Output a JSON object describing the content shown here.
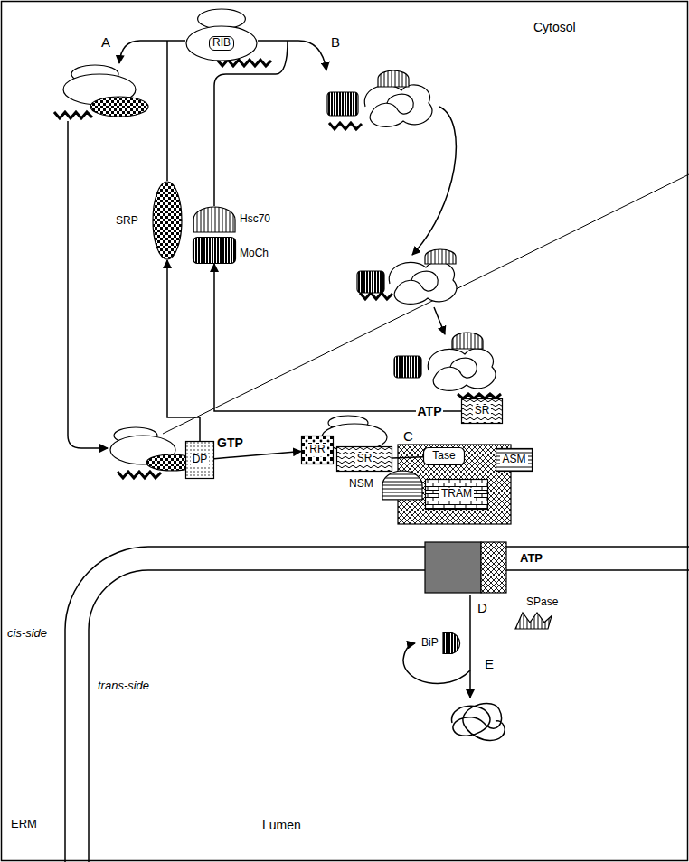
{
  "diagram": {
    "nodes": [
      {
        "text": [
          "RIB"
        ]
      },
      {
        "text": [
          "SRP"
        ]
      },
      {
        "text": [
          "Hsc70"
        ]
      },
      {
        "text": [
          "MoCh"
        ]
      },
      {
        "text": [
          "SR"
        ]
      },
      {
        "text": [
          "RR"
        ]
      },
      {
        "text": [
          "SR"
        ]
      },
      {
        "text": [
          "DP"
        ]
      },
      {
        "text": [
          "Tase"
        ]
      },
      {
        "text": [
          "ASM"
        ]
      },
      {
        "text": [
          "NSM"
        ]
      },
      {
        "text": [
          "TRAM"
        ]
      },
      {
        "text": [
          "SPase"
        ]
      },
      {
        "text": [
          "BiP"
        ]
      }
    ],
    "edges": [
      {
        "from": 4,
        "to": 3,
        "arrow": "to",
        "label": "ATP"
      },
      {
        "from": 7,
        "to": 1,
        "arrow": "to"
      },
      {
        "from": 7,
        "to": 5,
        "arrow": "to"
      },
      {
        "from": 6,
        "to": 8,
        "arrow": "none"
      }
    ],
    "labels": [
      "A",
      "B",
      "Cytosol",
      "GTP",
      "C",
      "ATP",
      "D",
      "E",
      "cis-side",
      "trans-side",
      "Lumen",
      "ERM"
    ]
  }
}
